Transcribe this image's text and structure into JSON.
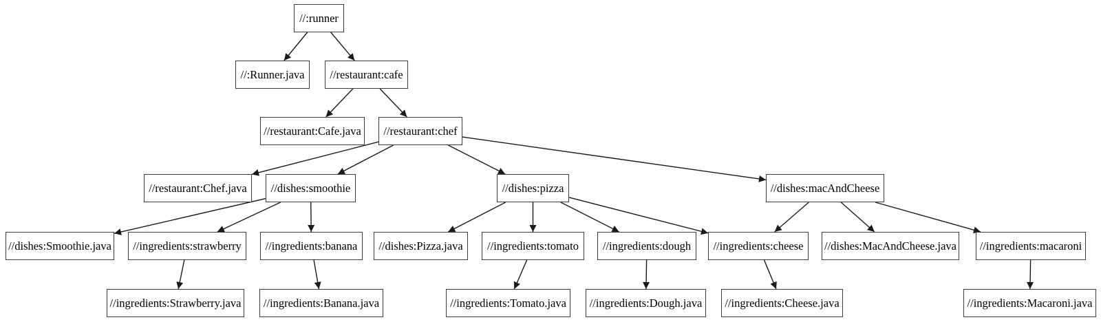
{
  "diagram": {
    "kind": "build-dependency-graph",
    "colors": {
      "background": "#ffffff",
      "node_border": "#3c3c3c",
      "text": "#000000",
      "edge": "#1a1a1a"
    }
  },
  "nodes": {
    "runner": {
      "label": "//:runner"
    },
    "runner_java": {
      "label": "//:Runner.java"
    },
    "cafe": {
      "label": "//restaurant:cafe"
    },
    "cafe_java": {
      "label": "//restaurant:Cafe.java"
    },
    "chef": {
      "label": "//restaurant:chef"
    },
    "chef_java": {
      "label": "//restaurant:Chef.java"
    },
    "smoothie": {
      "label": "//dishes:smoothie"
    },
    "smoothie_java": {
      "label": "//dishes:Smoothie.java"
    },
    "strawberry": {
      "label": "//ingredients:strawberry"
    },
    "strawberry_java": {
      "label": "//ingredients:Strawberry.java"
    },
    "banana": {
      "label": "//ingredients:banana"
    },
    "banana_java": {
      "label": "//ingredients:Banana.java"
    },
    "pizza": {
      "label": "//dishes:pizza"
    },
    "pizza_java": {
      "label": "//dishes:Pizza.java"
    },
    "tomato": {
      "label": "//ingredients:tomato"
    },
    "tomato_java": {
      "label": "//ingredients:Tomato.java"
    },
    "dough": {
      "label": "//ingredients:dough"
    },
    "dough_java": {
      "label": "//ingredients:Dough.java"
    },
    "cheese": {
      "label": "//ingredients:cheese"
    },
    "cheese_java": {
      "label": "//ingredients:Cheese.java"
    },
    "mac_and_cheese": {
      "label": "//dishes:macAndCheese"
    },
    "mac_and_cheese_java": {
      "label": "//dishes:MacAndCheese.java"
    },
    "macaroni": {
      "label": "//ingredients:macaroni"
    },
    "macaroni_java": {
      "label": "//ingredients:Macaroni.java"
    }
  },
  "edges": [
    [
      "runner",
      "runner_java"
    ],
    [
      "runner",
      "cafe"
    ],
    [
      "cafe",
      "cafe_java"
    ],
    [
      "cafe",
      "chef"
    ],
    [
      "chef",
      "chef_java"
    ],
    [
      "chef",
      "smoothie"
    ],
    [
      "chef",
      "pizza"
    ],
    [
      "chef",
      "mac_and_cheese"
    ],
    [
      "smoothie",
      "smoothie_java"
    ],
    [
      "smoothie",
      "strawberry"
    ],
    [
      "smoothie",
      "banana"
    ],
    [
      "strawberry",
      "strawberry_java"
    ],
    [
      "banana",
      "banana_java"
    ],
    [
      "pizza",
      "pizza_java"
    ],
    [
      "pizza",
      "tomato"
    ],
    [
      "pizza",
      "dough"
    ],
    [
      "pizza",
      "cheese"
    ],
    [
      "mac_and_cheese",
      "cheese"
    ],
    [
      "mac_and_cheese",
      "mac_and_cheese_java"
    ],
    [
      "mac_and_cheese",
      "macaroni"
    ],
    [
      "tomato",
      "tomato_java"
    ],
    [
      "dough",
      "dough_java"
    ],
    [
      "cheese",
      "cheese_java"
    ],
    [
      "macaroni",
      "macaroni_java"
    ]
  ]
}
